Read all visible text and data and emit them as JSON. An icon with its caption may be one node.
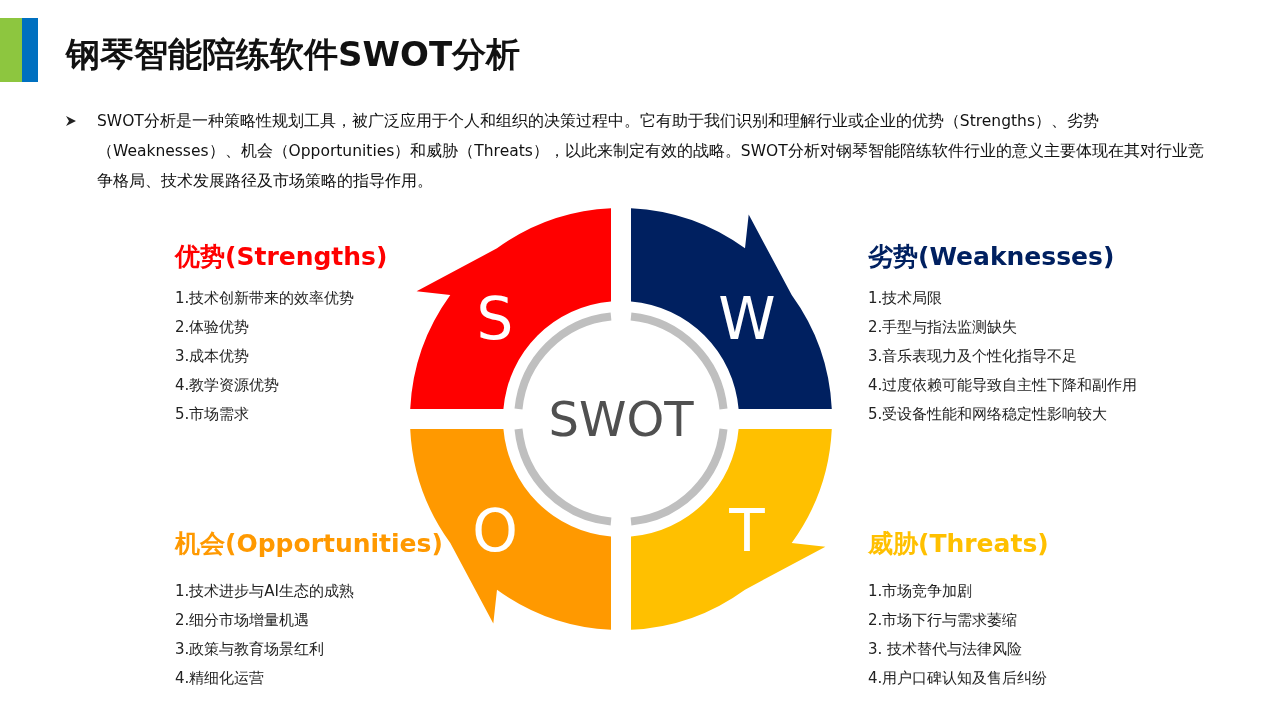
{
  "diagram": {
    "title": "钢琴智能陪练软件SWOT分析",
    "nodes": [
      {
        "text": [
          "S"
        ]
      },
      {
        "text": [
          "W"
        ]
      },
      {
        "text": [
          "O"
        ]
      },
      {
        "text": [
          "T"
        ]
      },
      {
        "text": [
          "SWOT"
        ]
      }
    ],
    "edges": [],
    "labels": [
      "SWOT分析是一种策略性规划工具，被广泛应用于个人和组织的决策过程中。它有助于我们识别和理解行业或企业的优势（Strengths）、劣势（Weaknesses）、机会（Opportunities）和威胁（Threats），以此来制定有效的战略。SWOT分析对钢琴智能陪练软件行业的意义主要体现在其对行业竞争格局、技术发展路径及市场策略的指导作用。",
      "优势(Strengths)",
      "1.技术创新带来的效率优势",
      "2.体验优势",
      "3.成本优势",
      "4.教学资源优势",
      "5.市场需求",
      "劣势(Weaknesses)",
      "1.技术局限",
      "2.手型与指法监测缺失",
      "3.音乐表现力及个性化指导不足",
      "4.过度依赖可能导致自主性下降和副作用",
      "5.受设备性能和网络稳定性影响较大",
      "机会(Opportunities)",
      "1.技术进步与AI生态的成熟",
      "2.细分市场增量机遇",
      "3.政策与教育场景红利",
      "4.精细化运营",
      "威胁(Threats)",
      "1.市场竞争加剧",
      "2.市场下行与需求萎缩",
      "3. 技术替代与法律风险",
      "4.用户口碑认知及售后纠纷"
    ]
  }
}
